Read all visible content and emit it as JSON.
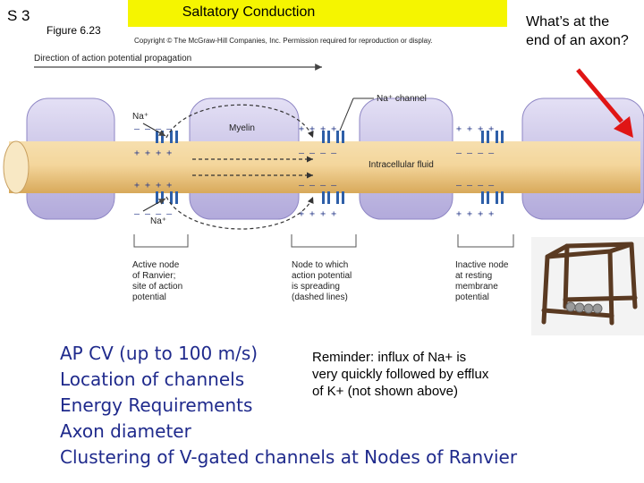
{
  "slide": {
    "number": "S 3",
    "figure": "Figure 6.23",
    "title": "Saltatory Conduction",
    "copyright": "Copyright © The McGraw-Hill Companies, Inc. Permission required for reproduction or display.",
    "question_line1": "What’s at the",
    "question_line2": "end of an axon?"
  },
  "diagram": {
    "direction_label": "Direction of action potential propagation",
    "na_channel_label": "Na⁺ channel",
    "na_top": "Na⁺",
    "na_bottom": "Na⁺",
    "myelin_label": "Myelin",
    "intracellular_label": "Intracellular fluid",
    "node_active": [
      "Active node",
      "of Ranvier;",
      "site of action",
      "potential"
    ],
    "node_spreading": [
      "Node to which",
      "action potential",
      "is spreading",
      "(dashed lines)"
    ],
    "node_inactive": [
      "Inactive node",
      "at resting",
      "membrane",
      "potential"
    ],
    "colors": {
      "myelin": "#c9c3e6",
      "axon": "#f0cf90",
      "channel": "#2e5fa8",
      "arrow": "#e01515"
    }
  },
  "bullets": [
    "AP CV (up to 100 m/s)",
    "Location of channels",
    "Energy Requirements",
    "Axon diameter",
    "Clustering of V-gated channels at Nodes of Ranvier"
  ],
  "reminder": {
    "line1": "Reminder:  influx of Na+ is",
    "line2": "very quickly followed by efflux",
    "line3": "of K+ (not shown above)"
  }
}
